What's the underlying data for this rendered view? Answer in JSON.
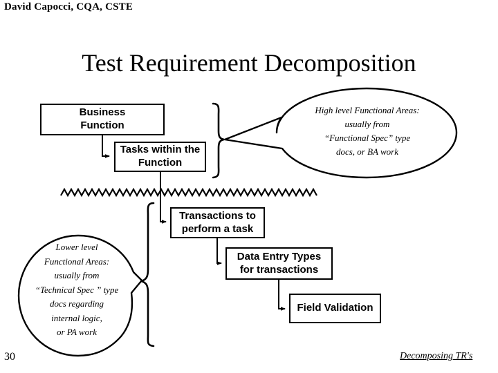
{
  "slide": {
    "author": "David Capocci, CQA, CSTE",
    "title": "Test Requirement Decomposition",
    "page_number": "30",
    "footer_note": "Decomposing TR's",
    "background_color": "#ffffff",
    "line_color": "#000000"
  },
  "boxes": [
    {
      "id": "business-function",
      "label": "Business\nFunction"
    },
    {
      "id": "tasks-within-function",
      "label": "Tasks within the\nFunction"
    },
    {
      "id": "transactions-to-perform-task",
      "label": "Transactions to\nperform a task"
    },
    {
      "id": "data-entry-types",
      "label": "Data Entry Types\nfor transactions"
    },
    {
      "id": "field-validation",
      "label": "Field Validation"
    }
  ],
  "callouts": [
    {
      "id": "high-level-functional-areas",
      "text": "High level Functional Areas:\nusually from\n“Functional Spec” type\ndocs, or BA work"
    },
    {
      "id": "lower-level-functional-areas",
      "text": "Lower level\nFunctional Areas:\nusually from\n“Technical Spec ” type\ndocs regarding\ninternal logic,\nor PA work"
    }
  ]
}
